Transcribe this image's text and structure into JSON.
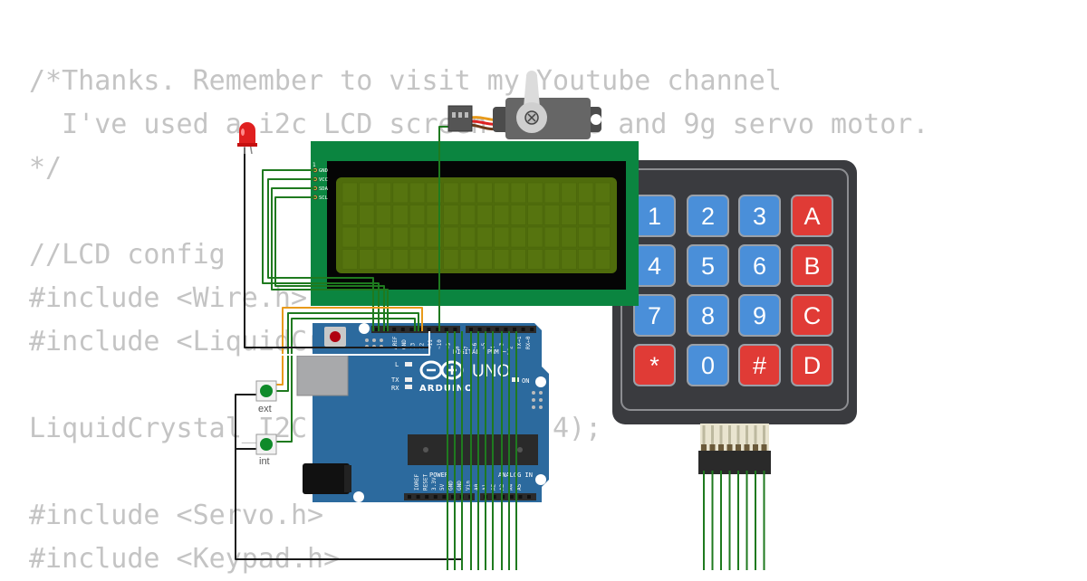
{
  "code_lines": [
    "/*Thanks. Remember to visit my Youtube channel",
    "  I've used a i2c LCD screen module and 9g servo motor.",
    "*/",
    "",
    "//LCD config",
    "#include <Wire.h>",
    "#include <LiquidCrystal_I2C.h>",
    "",
    "LiquidCrystal_I2C lcd(0x27, 16, 4);",
    "",
    "#include <Servo.h>",
    "#include <Keypad.h>"
  ],
  "lcd": {
    "pins": [
      "GND",
      "VCC",
      "SDA",
      "SCL"
    ],
    "pin_header": "1"
  },
  "arduino": {
    "logo": "ARDUINO",
    "model": "UNO",
    "digital_label": "DIGITAL (PWM ~)",
    "on_label": "ON",
    "l_label": "L",
    "tx_label": "TX",
    "rx_label": "RX",
    "top_pins": [
      "AREF",
      "GND",
      "13",
      "12",
      "~11",
      "~10",
      "~9",
      "8",
      "7",
      "~6",
      "~5",
      "4",
      "~3",
      "2",
      "TX→1",
      "RX←0"
    ],
    "power_label": "POWER",
    "analog_label": "ANALOG IN",
    "bottom_pins": [
      "IOREF",
      "RESET",
      "3.3V",
      "5V",
      "GND",
      "GND",
      "Vin",
      "A0",
      "A1",
      "A2",
      "A3",
      "A4",
      "A5"
    ]
  },
  "keypad": {
    "rows": [
      [
        "1",
        "2",
        "3",
        "A"
      ],
      [
        "4",
        "5",
        "6",
        "B"
      ],
      [
        "7",
        "8",
        "9",
        "C"
      ],
      [
        "*",
        "0",
        "#",
        "D"
      ]
    ],
    "colors": {
      "number_key": "#4a8fd9",
      "letter_key": "#e03b36",
      "body": "#3a3b3f"
    }
  },
  "buttons": [
    {
      "label": "ext"
    },
    {
      "label": "int"
    }
  ],
  "colors": {
    "wire_green": "#1f7a1f",
    "wire_black": "#1a1a1a",
    "board_blue": "#2c6a9e",
    "lcd_pcb": "#0b8540",
    "lcd_screen": "#4f6c0c",
    "led_red": "#e02020",
    "code_text": "#c4c4c4"
  }
}
